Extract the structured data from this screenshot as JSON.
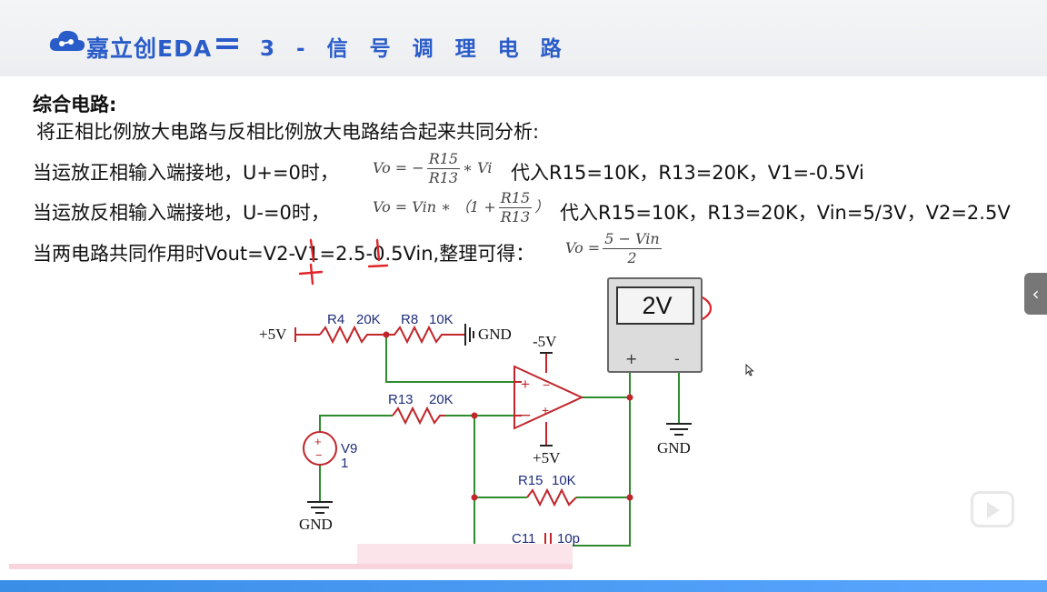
{
  "header": {
    "logo_text": "嘉立创EDA",
    "lesson_title": "3 - 信 号 调 理 电 路"
  },
  "slide": {
    "heading": "综合电路:",
    "intro": "将正相比例放大电路与反相比例放大电路结合起来共同分析:",
    "line1": {
      "text": "当运放正相输入端接地，U+=0时，",
      "formula_lhs": "Vo = −",
      "formula_num": "R15",
      "formula_den": "R13",
      "formula_rhs": "∗ Vi",
      "substitution": "代入R15=10K，R13=20K，V1=-0.5Vi"
    },
    "line2": {
      "text": "当运放反相输入端接地，U-=0时，",
      "formula_lhs": "Vo = Vin ∗ （1 +",
      "formula_num": "R15",
      "formula_den": "R13",
      "formula_rhs": "）",
      "substitution": "代入R15=10K，R13=20K，Vin=5/3V，V2=2.5V"
    },
    "line3": {
      "text": "当两电路共同作用时Vout=V2-V1=2.5-0.5Vin,整理可得：",
      "formula_lhs": "Vo =",
      "formula_num": "5 − Vin",
      "formula_den": "2"
    }
  },
  "circuit": {
    "supply_pos": "+5V",
    "r4_label": "R4",
    "r4_value": "20K",
    "r8_label": "R8",
    "r8_value": "10K",
    "gnd_top": "GND",
    "opamp_neg_supply": "-5V",
    "opamp_pos_supply": "+5V",
    "r13_label": "R13",
    "r13_value": "20K",
    "source_label": "V9",
    "source_value": "1",
    "gnd_source": "GND",
    "r15_label": "R15",
    "r15_value": "10K",
    "c11_label": "C11",
    "c11_value": "10p",
    "meter_reading": "2V",
    "meter_plus": "+",
    "meter_minus": "-",
    "gnd_meter": "GND"
  },
  "ui": {
    "side_tab_icon": "chevron-left-icon",
    "side_tab_glyph": "‹",
    "video_icon": "play-video-icon"
  },
  "colors": {
    "brand_blue": "#2a5cc9",
    "wire_green": "#2e8b2e",
    "component_red": "#c0262b",
    "annotation_red": "#e0242a"
  }
}
